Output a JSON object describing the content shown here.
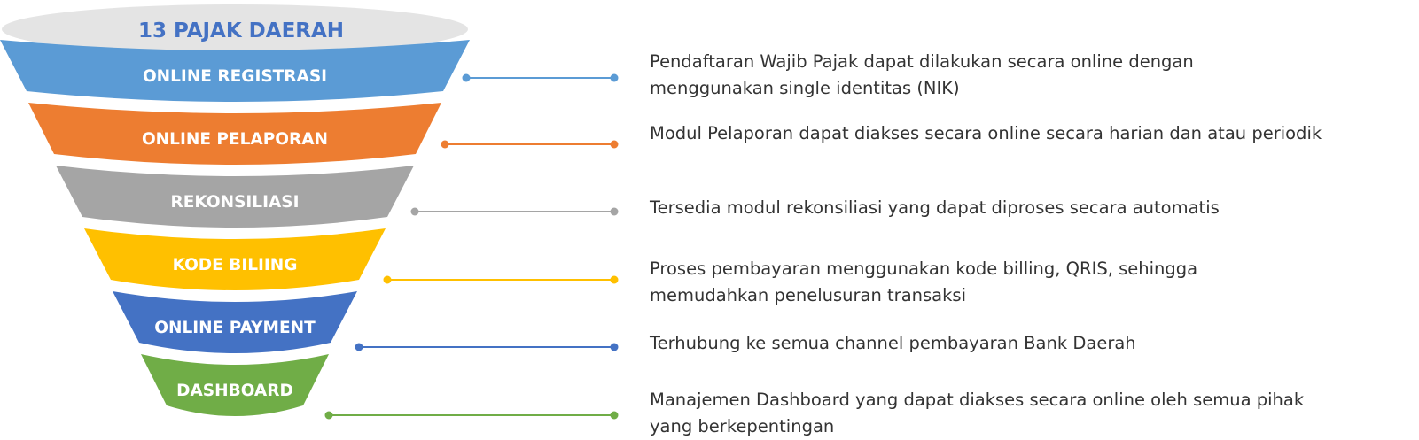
{
  "funnel": {
    "title": "13 PAJAK DAERAH",
    "title_color": "#4472c4",
    "rim_color": "#e4e4e4",
    "stages": [
      {
        "label": "ONLINE REGISTRASI",
        "color": "#5b9bd5",
        "description": "Pendaftaran Wajib Pajak dapat dilakukan secara online dengan menggunakan single identitas (NIK)"
      },
      {
        "label": "ONLINE PELAPORAN",
        "color": "#ed7d31",
        "description": "Modul Pelaporan dapat diakses secara online secara harian dan atau periodik"
      },
      {
        "label": "REKONSILIASI",
        "color": "#a5a5a5",
        "description": "Tersedia modul rekonsiliasi yang dapat diproses secara automatis"
      },
      {
        "label": "KODE BILIING",
        "color": "#ffc000",
        "description": "Proses pembayaran menggunakan kode billing, QRIS, sehingga memudahkan penelusuran transaksi"
      },
      {
        "label": "ONLINE PAYMENT",
        "color": "#4472c4",
        "description": "Terhubung ke semua channel pembayaran Bank Daerah"
      },
      {
        "label": "DASHBOARD",
        "color": "#70ad47",
        "description": "Manajemen Dashboard yang dapat diakses secara online oleh semua pihak yang berkepentingan"
      }
    ]
  }
}
